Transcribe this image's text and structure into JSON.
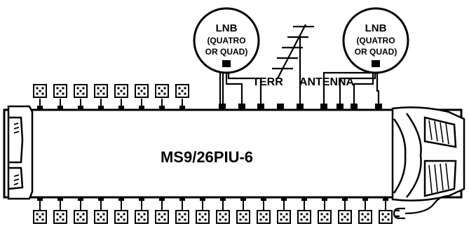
{
  "device": {
    "model": "MS9/26PIU-6"
  },
  "lnb_left": {
    "title": "LNB",
    "type_line1": "(QUATRO",
    "type_line2": "OR QUAD)"
  },
  "lnb_right": {
    "title": "LNB",
    "type_line1": "(QUATRO",
    "type_line2": "OR QUAD)"
  },
  "terrestrial": {
    "label_terr": "TERR",
    "label_antenna": "ANTENNA"
  },
  "outputs": {
    "top_count": 8,
    "bottom_count": 18
  },
  "colors": {
    "stroke": "#000000",
    "background": "#ffffff"
  },
  "icons": [
    "output-socket-icon",
    "power-plug-icon",
    "terrestrial-antenna-icon"
  ]
}
